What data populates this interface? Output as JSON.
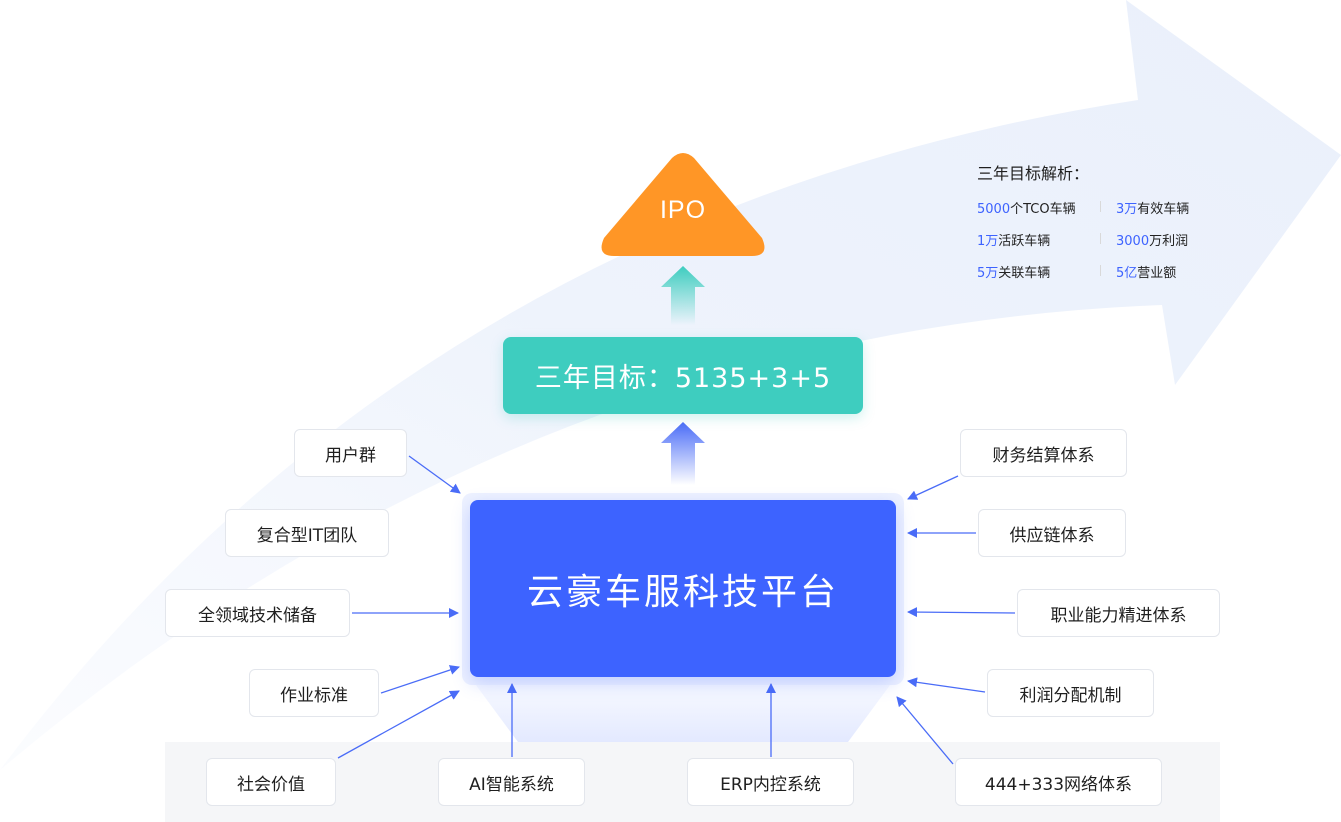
{
  "diagram": {
    "ipo_label": "IPO",
    "goal_label": "三年目标：5135+3+5",
    "platform_label": "云豪车服科技平台",
    "left_boxes": {
      "user_group": "用户群",
      "it_team": "复合型IT团队",
      "tech_reserve": "全领域技术储备",
      "work_standard": "作业标准",
      "social_value": "社会价值"
    },
    "right_boxes": {
      "finance_system": "财务结算体系",
      "supply_chain": "供应链体系",
      "career_system": "职业能力精进体系",
      "profit_distribution": "利润分配机制",
      "network_system": "444+333网络体系"
    },
    "bottom_boxes": {
      "ai_system": "AI智能系统",
      "erp_system": "ERP内控系统"
    }
  },
  "analysis": {
    "title": "三年目标解析：",
    "items": [
      {
        "num": "5000",
        "text": "个TCO车辆"
      },
      {
        "num": "3万",
        "text": "有效车辆"
      },
      {
        "num": "1万",
        "text": "活跃车辆"
      },
      {
        "num": "3000",
        "text": "万利润"
      },
      {
        "num": "5万",
        "text": "关联车辆"
      },
      {
        "num": "5亿",
        "text": "营业额"
      }
    ]
  },
  "colors": {
    "platform": "#3d63ff",
    "goal": "#3ecdbf",
    "ipo": "#ff9626",
    "arrow": "#4a6cf7",
    "highlight_number": "#3d63ff"
  }
}
